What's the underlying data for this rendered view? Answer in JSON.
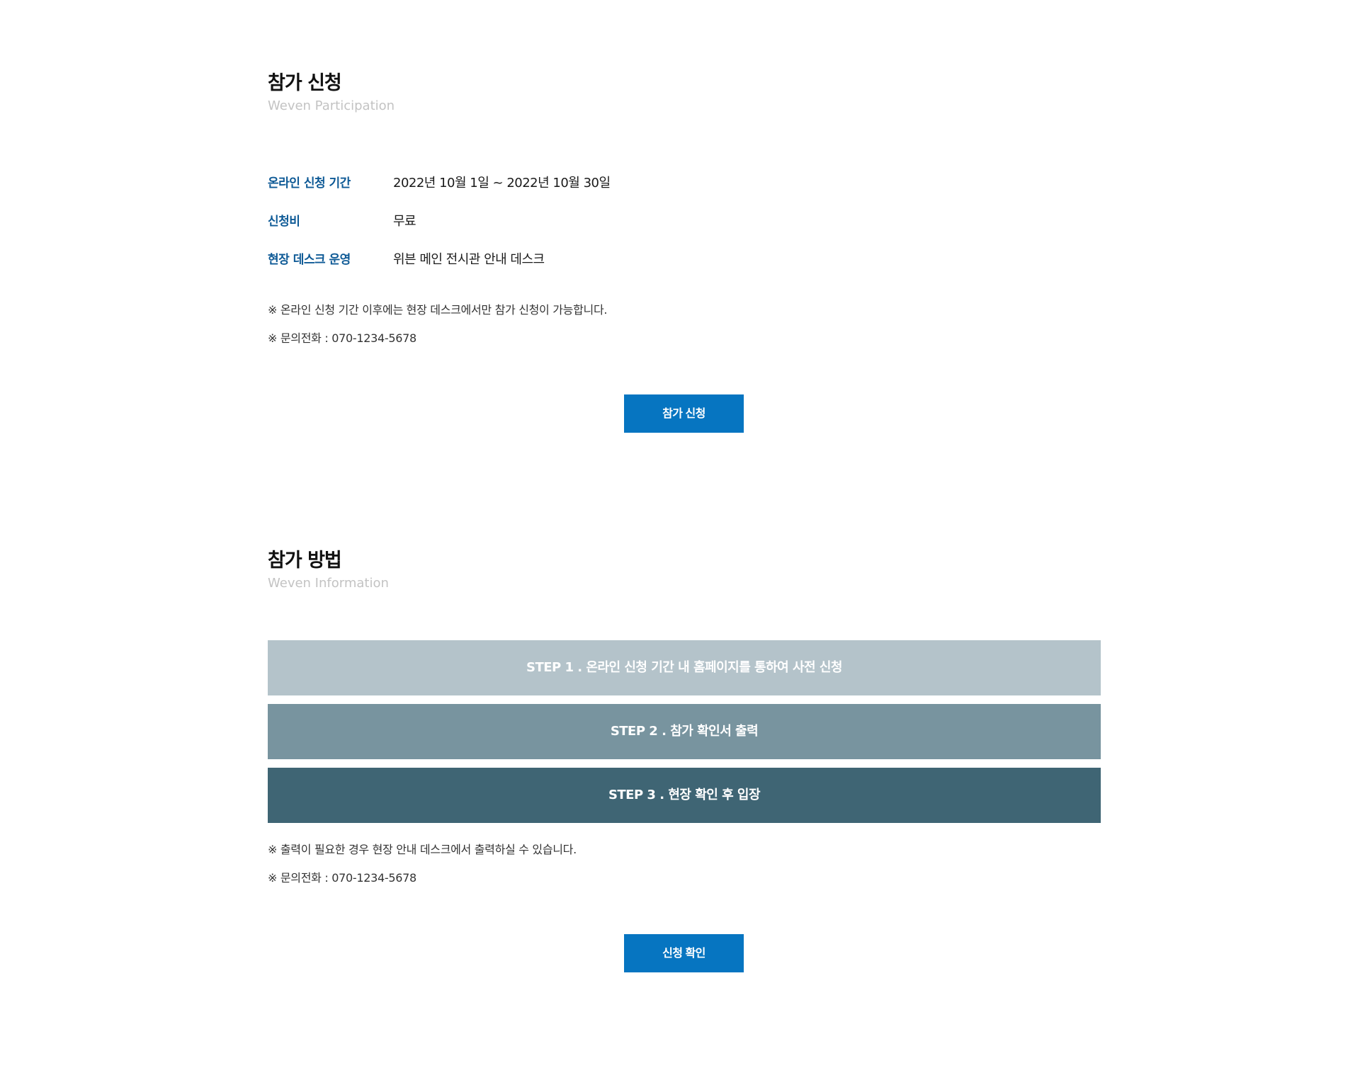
{
  "participation": {
    "title": "참가 신청",
    "subtitle": "Weven Participation",
    "info": [
      {
        "label": "온라인 신청 기간",
        "value": "2022년 10월 1일 ~ 2022년 10월 30일"
      },
      {
        "label": "신청비",
        "value": "무료"
      },
      {
        "label": "현장 데스크 운영",
        "value": "위븐 메인 전시관 안내 데스크"
      }
    ],
    "notes": [
      "※ 온라인 신청 기간 이후에는 현장 데스크에서만 참가 신청이 가능합니다.",
      "※ 문의전화 : 070-1234-5678"
    ],
    "button_label": "참가 신청",
    "button_color": "#0675c1"
  },
  "method": {
    "title": "참가 방법",
    "subtitle": "Weven Information",
    "steps": [
      {
        "label": "STEP 1 . 온라인 신청 기간 내 홈페이지를 통하여 사전 신청",
        "color": "#b4c3ca"
      },
      {
        "label": "STEP 2 . 참가 확인서 출력",
        "color": "#78949f"
      },
      {
        "label": "STEP 3 . 현장 확인 후 입장",
        "color": "#3f6574"
      }
    ],
    "notes": [
      "※ 출력이 필요한 경우 현장 안내 데스크에서 출력하실 수 있습니다.",
      "※ 문의전화 : 070-1234-5678"
    ],
    "button_label": "신청 확인",
    "button_color": "#0675c1"
  }
}
